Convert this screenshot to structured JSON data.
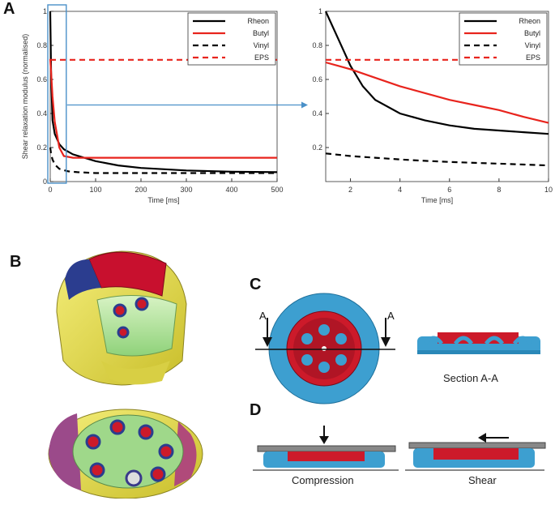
{
  "panels": {
    "a": "A",
    "b": "B",
    "c": "C",
    "d": "D"
  },
  "colors": {
    "rheon": "#000000",
    "butyl": "#e8241d",
    "vinyl": "#000000",
    "eps": "#e8241d",
    "zoom_box": "#4a90c8",
    "blue_part": "#3d9fd0",
    "red_part": "#cc1a2a",
    "helmet_yellow": "#e6dc4a",
    "helmet_red": "#c8102e",
    "helmet_blue": "#2b3d8f",
    "visor_green": "#b6e6a0"
  },
  "chart_data": [
    {
      "type": "line",
      "title": "",
      "xlabel": "Time [ms]",
      "ylabel": "Shear relaxation modulus (normalised)",
      "xlim": [
        0,
        500
      ],
      "ylim": [
        0,
        1
      ],
      "xticks": [
        0,
        100,
        200,
        300,
        400,
        500
      ],
      "yticks": [
        0,
        0.2,
        0.4,
        0.6,
        0.8,
        1
      ],
      "grid": false,
      "legend_position": "top-right",
      "series": [
        {
          "name": "Rheon",
          "style": "solid",
          "color": "#000000",
          "x": [
            0,
            2,
            5,
            10,
            20,
            30,
            50,
            100,
            150,
            200,
            300,
            400,
            500
          ],
          "y": [
            1.0,
            0.63,
            0.36,
            0.28,
            0.22,
            0.19,
            0.16,
            0.12,
            0.095,
            0.08,
            0.065,
            0.058,
            0.055
          ]
        },
        {
          "name": "Butyl",
          "style": "solid",
          "color": "#e8241d",
          "x": [
            0,
            2,
            5,
            10,
            20,
            30,
            50,
            100,
            200,
            300,
            400,
            500
          ],
          "y": [
            0.72,
            0.64,
            0.5,
            0.35,
            0.2,
            0.15,
            0.14,
            0.14,
            0.14,
            0.14,
            0.14,
            0.14
          ]
        },
        {
          "name": "Vinyl",
          "style": "dashed",
          "color": "#000000",
          "x": [
            0,
            2,
            5,
            10,
            20,
            40,
            60,
            100,
            200,
            300,
            400,
            500
          ],
          "y": [
            0.2,
            0.16,
            0.13,
            0.1,
            0.075,
            0.06,
            0.055,
            0.05,
            0.05,
            0.05,
            0.05,
            0.05
          ]
        },
        {
          "name": "EPS",
          "style": "dashed",
          "color": "#e8241d",
          "x": [
            0,
            500
          ],
          "y": [
            0.715,
            0.715
          ]
        }
      ]
    },
    {
      "type": "line",
      "title": "",
      "xlabel": "Time [ms]",
      "ylabel": "",
      "xlim": [
        1,
        10
      ],
      "ylim": [
        0,
        1
      ],
      "xticks": [
        2,
        4,
        6,
        8,
        10
      ],
      "yticks": [
        0.2,
        0.4,
        0.6,
        0.8,
        1
      ],
      "grid": false,
      "legend_position": "top-right",
      "series": [
        {
          "name": "Rheon",
          "style": "solid",
          "color": "#000000",
          "x": [
            1,
            1.5,
            2,
            2.5,
            3,
            4,
            5,
            6,
            7,
            8,
            9,
            10
          ],
          "y": [
            1.0,
            0.84,
            0.68,
            0.56,
            0.48,
            0.4,
            0.36,
            0.33,
            0.31,
            0.3,
            0.29,
            0.28
          ]
        },
        {
          "name": "Butyl",
          "style": "solid",
          "color": "#e8241d",
          "x": [
            1,
            1.5,
            2,
            3,
            4,
            5,
            6,
            7,
            8,
            9,
            10
          ],
          "y": [
            0.7,
            0.68,
            0.66,
            0.61,
            0.56,
            0.52,
            0.48,
            0.45,
            0.42,
            0.38,
            0.345
          ]
        },
        {
          "name": "Vinyl",
          "style": "dashed",
          "color": "#000000",
          "x": [
            1,
            2,
            3,
            4,
            5,
            6,
            7,
            8,
            9,
            10
          ],
          "y": [
            0.165,
            0.15,
            0.14,
            0.13,
            0.122,
            0.115,
            0.11,
            0.105,
            0.1,
            0.095
          ]
        },
        {
          "name": "EPS",
          "style": "dashed",
          "color": "#e8241d",
          "x": [
            1,
            10
          ],
          "y": [
            0.715,
            0.715
          ]
        }
      ]
    }
  ],
  "section_c": {
    "arrow_label_left": "A",
    "arrow_label_right": "A",
    "section_caption": "Section A-A"
  },
  "section_d": {
    "compression_caption": "Compression",
    "shear_caption": "Shear"
  }
}
